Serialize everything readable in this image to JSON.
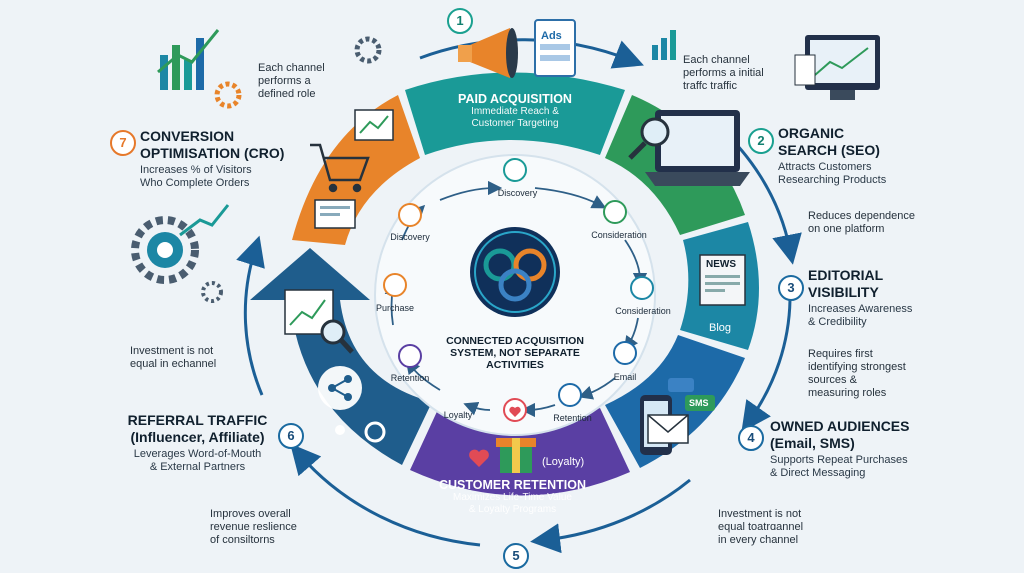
{
  "paid": {
    "number": "1",
    "title": "PAID ACQUISITION",
    "desc1": "Immediate Reach &",
    "desc2": "Customer Targeting",
    "ads_label": "Ads"
  },
  "organic": {
    "number": "2",
    "title1": "ORGANIC",
    "title2": "SEARCH (SEO)",
    "desc1": "Attracts Customers",
    "desc2": "Researching Products"
  },
  "editorial": {
    "number": "3",
    "title1": "EDITORIAL",
    "title2": "VISIBILITY",
    "desc1": "Increases Awareness",
    "desc2": "& Credibility",
    "news_label": "NEWS",
    "blog_label": "Blog"
  },
  "owned": {
    "number": "4",
    "title1": "OWNED AUDIENCES",
    "title2": "(Email, SMS)",
    "desc1": "Supports Repeat Purchases",
    "desc2": "& Direct Messaging",
    "sms_label": "SMS"
  },
  "retention": {
    "number": "5",
    "title": "CUSTOMER RETENTION",
    "desc1": "Maximizes Life-Time Value",
    "desc2": "& Loyalty Programs",
    "loyalty_tag": "(Loyalty)"
  },
  "referral": {
    "number": "6",
    "title1": "REFERRAL TRAFFIC",
    "title2": "(Influencer, Affiliate)",
    "desc1": "Leverages Word-of-Mouth",
    "desc2": "& External Partners"
  },
  "cro": {
    "number": "7",
    "title1": "CONVERSION",
    "title2": "OPTIMISATION (CRO)",
    "desc1": "Increases % of Visitors",
    "desc2": "Who Complete Orders"
  },
  "center": {
    "line1": "CONNECTED ACQUISITION",
    "line2": "SYSTEM, NOT SEPARATE",
    "line3": "ACTIVITIES"
  },
  "inner_cycle": {
    "discovery_top": "Discovery",
    "consideration_1": "Consideration",
    "consideration_2": "Consideration",
    "email": "Email",
    "retention_right": "Retention",
    "loyalty": "Loyalty",
    "retention_left": "Retention",
    "purchase": "Purchase",
    "discovery_left": "Discovery"
  },
  "notes": {
    "top_left": [
      "Each channel",
      "performs a",
      "defined role"
    ],
    "top_right": [
      "Each channel",
      "performs a initial",
      "traffc traffic"
    ],
    "right_1": [
      "Reduces dependence",
      "on one platform"
    ],
    "right_2": [
      "Requires first",
      "identifying strongest",
      "sources &",
      "measuring roles"
    ],
    "left_1": [
      "Investment is not",
      "equal in echannel"
    ],
    "bottom_left": [
      "Improves overall",
      "revenue reslience",
      "of consiltorns"
    ],
    "bottom_right": [
      "Investment is not",
      "equal toatrɑannel",
      "in every channel"
    ]
  },
  "colors": {
    "paid": "#1a9a97",
    "organic": "#2e9a5a",
    "editorial": "#1c87a5",
    "owned": "#1d6aa8",
    "retention": "#5a3fa3",
    "referral": "#1f5d8c",
    "cro": "#e8842a",
    "outer_arrow": "#1b5f96"
  }
}
